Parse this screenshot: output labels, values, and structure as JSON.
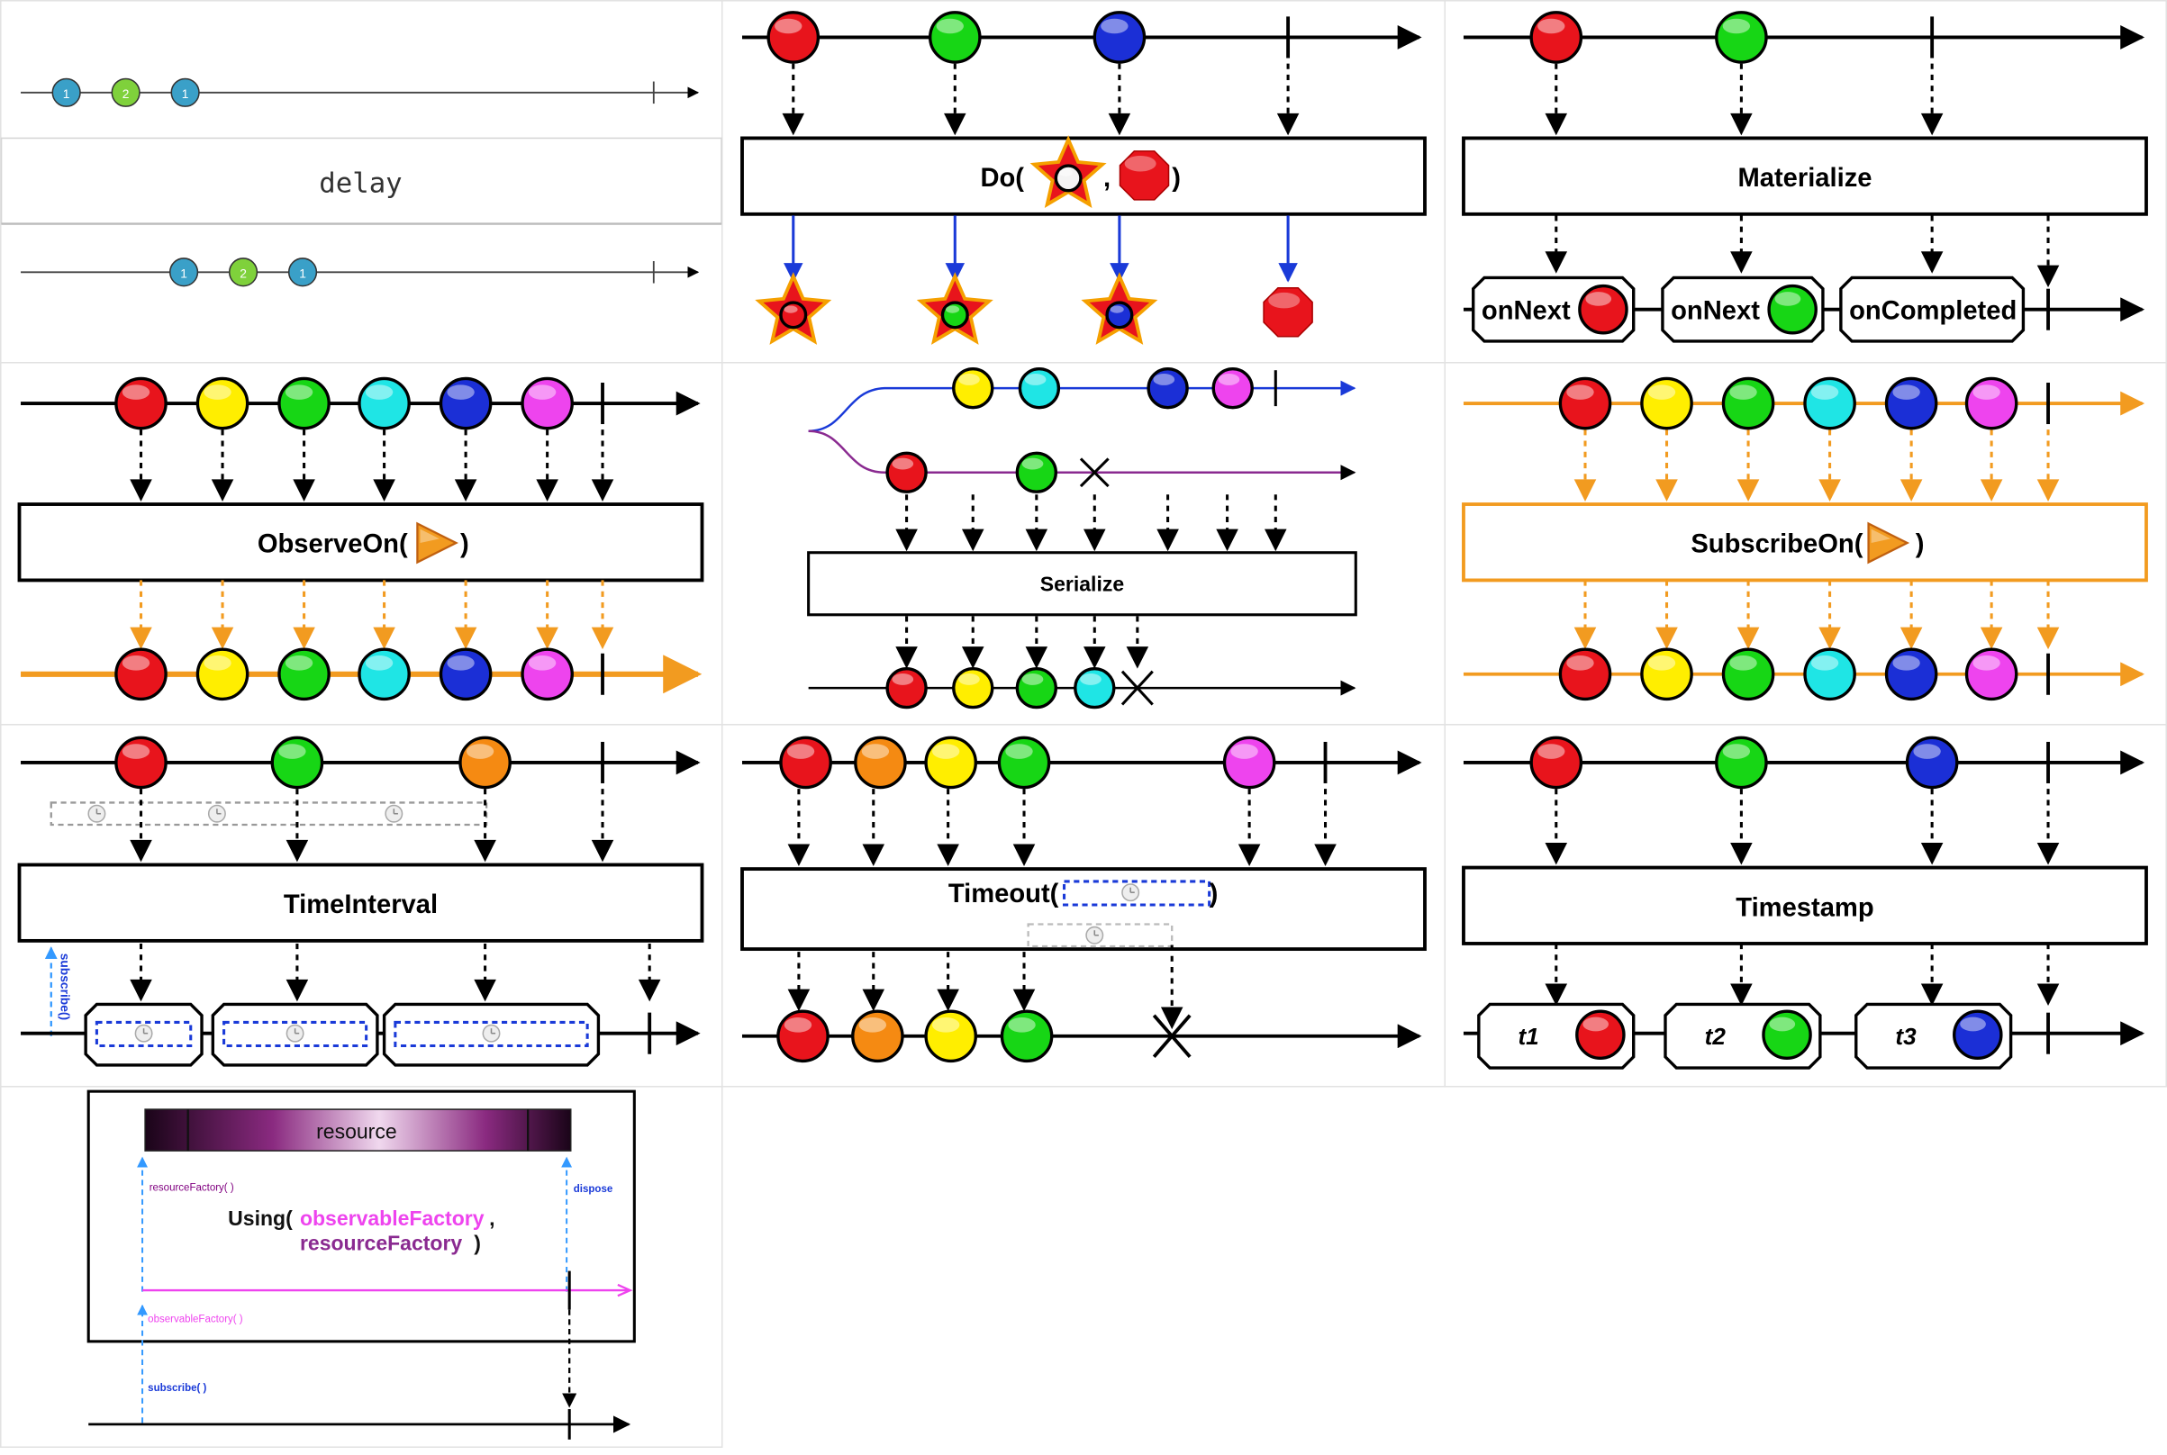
{
  "colors": {
    "red": "#e8141c",
    "yellow": "#ffee00",
    "green": "#17d615",
    "cyan": "#1fe5e5",
    "blue": "#1b2fd6",
    "magenta": "#ee44ee",
    "orange": "#f58a12",
    "white": "#f4f4f4",
    "teal_marble": "#3aa0c8",
    "lime_marble": "#7fd13b",
    "scheduler_orange": "#f29b20",
    "subscribe_blue": "#3399ff",
    "purple_stream": "#9933aa",
    "resource_gradient": [
      "#1a0418",
      "#c23fae",
      "#ffffff"
    ]
  },
  "panels": {
    "delay": {
      "label": "delay",
      "input_items": [
        "1",
        "2",
        "1"
      ],
      "output_items": [
        "1",
        "2",
        "1"
      ]
    },
    "do": {
      "operator_label": "Do(",
      "separator": ",",
      "close": ")",
      "input_marbles": [
        "red",
        "green",
        "blue"
      ],
      "icon_names": [
        "star-icon",
        "octagon-icon"
      ]
    },
    "materialize": {
      "operator_label": "Materialize",
      "input_marbles": [
        "red",
        "green"
      ],
      "notifications": [
        "onNext",
        "onNext",
        "onCompleted"
      ]
    },
    "observe_on": {
      "operator_label": "ObserveOn(",
      "close": ")",
      "input_marbles": [
        "red",
        "yellow",
        "green",
        "cyan",
        "blue",
        "magenta"
      ],
      "icon_names": [
        "scheduler-play-icon"
      ]
    },
    "serialize": {
      "operator_label": "Serialize",
      "upper_stream": [
        "yellow",
        "cyan",
        "blue",
        "magenta"
      ],
      "lower_stream": [
        "red",
        "green"
      ],
      "output_marbles": [
        "red",
        "yellow",
        "green",
        "cyan"
      ]
    },
    "subscribe_on": {
      "operator_label": "SubscribeOn(",
      "close": ")",
      "input_marbles": [
        "red",
        "yellow",
        "green",
        "cyan",
        "blue",
        "magenta"
      ],
      "icon_names": [
        "scheduler-play-icon"
      ]
    },
    "time_interval": {
      "operator_label": "TimeInterval",
      "subscribe_label": "subscribe()",
      "input_marbles": [
        "red",
        "green",
        "orange"
      ]
    },
    "timeout": {
      "operator_label": "Timeout(",
      "close": ")",
      "input_marbles": [
        "red",
        "orange",
        "yellow",
        "green",
        "magenta"
      ],
      "output_marbles": [
        "red",
        "orange",
        "yellow",
        "green"
      ]
    },
    "timestamp": {
      "operator_label": "Timestamp",
      "input_marbles": [
        "red",
        "green",
        "blue"
      ],
      "output_labels": [
        "t1",
        "t2",
        "t3"
      ]
    },
    "using": {
      "resource_label": "resource",
      "resource_factory_label": "resourceFactory( )",
      "dispose_label": "dispose",
      "operator_prefix": "Using(",
      "observable_factory_arg": "observableFactory",
      "comma": ",",
      "resource_factory_arg": "resourceFactory",
      "close": ")",
      "observable_factory_call": "observableFactory( )",
      "subscribe_label": "subscribe( )"
    }
  }
}
